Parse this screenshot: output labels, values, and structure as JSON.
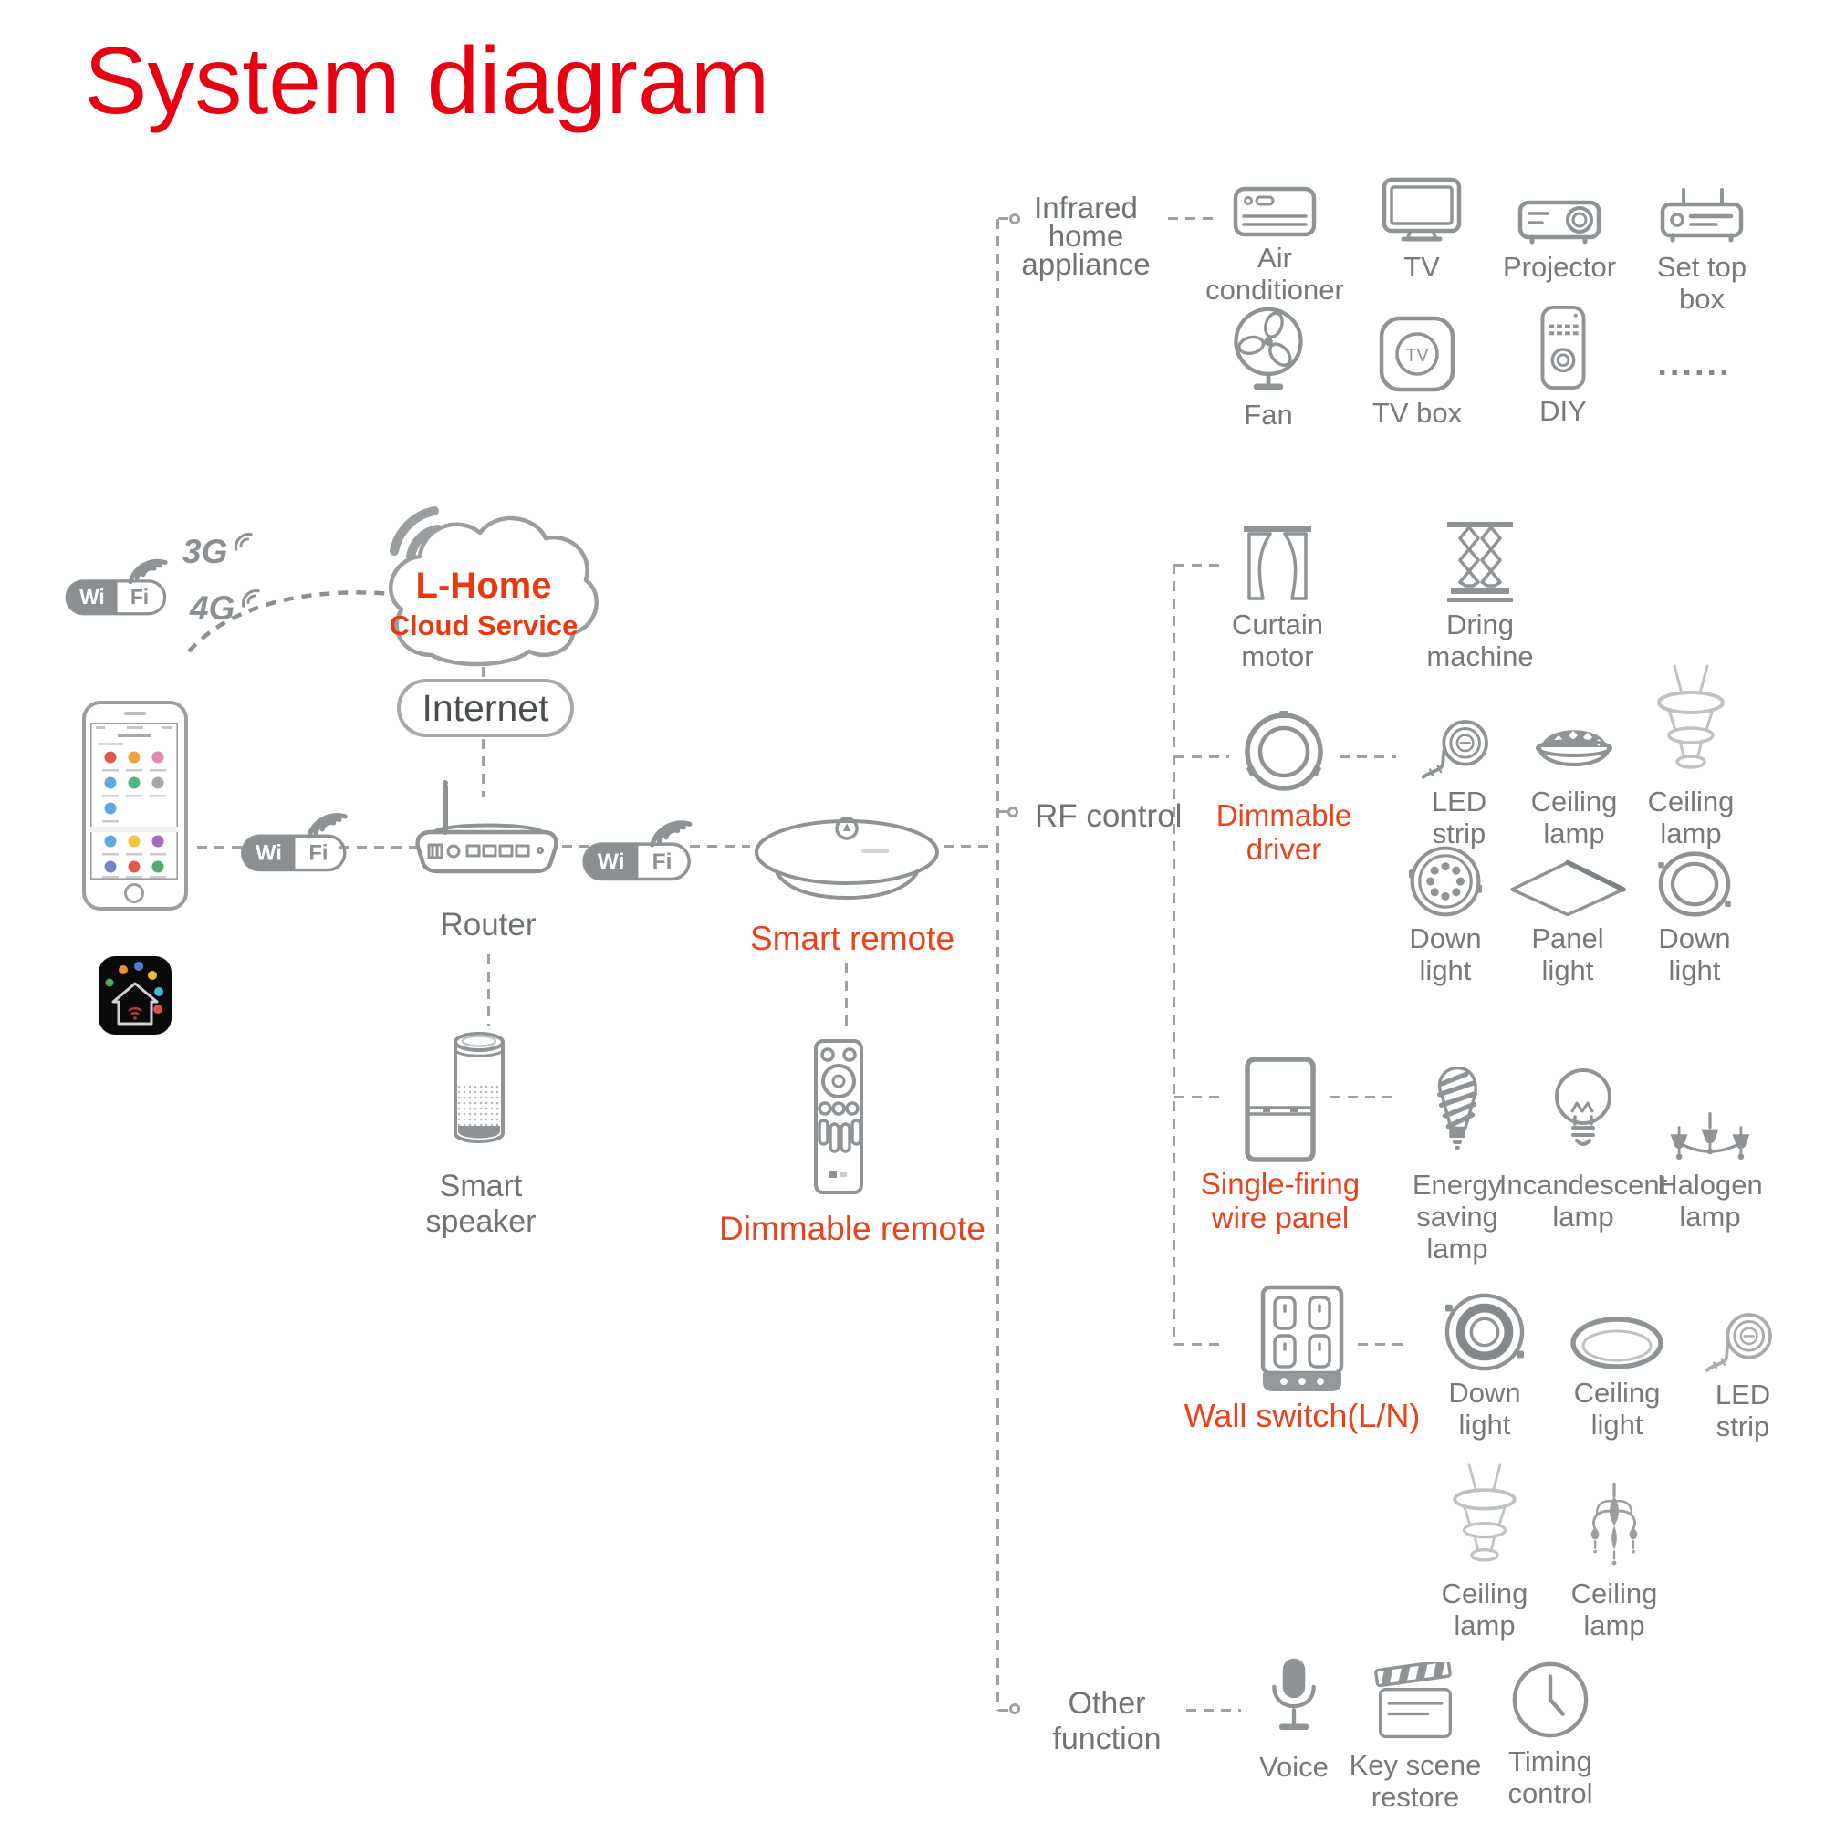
{
  "title": "System diagram",
  "colors": {
    "title_red": "#e60012",
    "accent_red": "#e8431d",
    "cloud_red": "#e8380d",
    "icon_grey": "#8f9396",
    "line_grey": "#9da1a4",
    "label_grey": "#76797c"
  },
  "left_flow": {
    "wifi_wi": "Wi",
    "wifi_fi": "Fi",
    "net_3g": "3G",
    "net_4g": "4G",
    "cloud_line1": "L-Home",
    "cloud_line2": "Cloud Service",
    "internet_label": "Internet",
    "router_label": "Router",
    "smart_speaker_label": "Smart speaker",
    "smart_remote_label": "Smart remote",
    "dimmable_remote_label": "Dimmable remote"
  },
  "branches": {
    "infrared": {
      "label": "Infrared\nhome\nappliance",
      "row1": [
        {
          "label": "Air\nconditioner"
        },
        {
          "label": "TV"
        },
        {
          "label": "Projector"
        },
        {
          "label": "Set top box"
        }
      ],
      "row2": [
        {
          "label": "Fan"
        },
        {
          "label": "TV box",
          "icon_text": "TV"
        },
        {
          "label": "DIY"
        },
        {
          "label": "......"
        }
      ]
    },
    "rf": {
      "label": "RF control",
      "motor_row": [
        {
          "label": "Curtain motor"
        },
        {
          "label": "Dring machine"
        }
      ],
      "dimmable_driver_label": "Dimmable\ndriver",
      "dimmable_targets": [
        {
          "label": "LED\nstrip"
        },
        {
          "label": "Ceiling\nlamp"
        },
        {
          "label": "Ceiling\nlamp"
        },
        {
          "label": "Down\nlight"
        },
        {
          "label": "Panel\nlight"
        },
        {
          "label": "Down\nlight"
        }
      ],
      "single_firing_label": "Single-firing\nwire panel",
      "single_targets": [
        {
          "label": "Energy\nsaving\nlamp"
        },
        {
          "label": "Incandescent\nlamp"
        },
        {
          "label": "Halogen\nlamp"
        }
      ],
      "wall_switch_label": "Wall switch(L/N)",
      "wall_targets": [
        {
          "label": "Down\nlight"
        },
        {
          "label": "Ceiling\nlight"
        },
        {
          "label": "LED\nstrip"
        },
        {
          "label": "Ceiling\nlamp"
        },
        {
          "label": "Ceiling\nlamp"
        }
      ]
    },
    "other": {
      "label": "Other\nfunction",
      "items": [
        {
          "label": "Voice"
        },
        {
          "label": "Key scene\nrestore"
        },
        {
          "label": "Timing\ncontrol"
        }
      ]
    }
  }
}
